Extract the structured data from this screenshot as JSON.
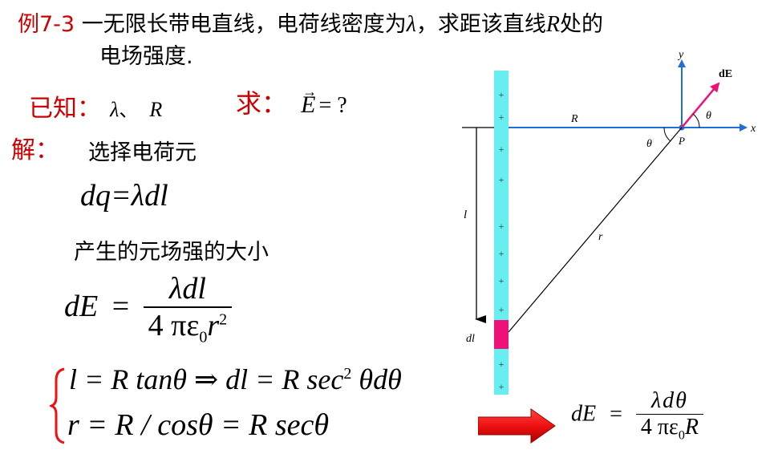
{
  "problem": {
    "label": "例7-3",
    "line1a": "一无限长带电直线，电荷线密度为",
    "lambda": "λ",
    "line1b": "，求距该直线",
    "R": "R",
    "line1c": "处的",
    "line2": "电场强度."
  },
  "known": {
    "label": "已知：",
    "value_lambda": "λ",
    "sep": "、",
    "value_R": "R"
  },
  "ask": {
    "label": "求：",
    "E": "E",
    "arrow": "→",
    "rest": "= ?"
  },
  "solution": {
    "label": "解：",
    "step1": "选择电荷元",
    "dq_eq": "dq=λdl",
    "step2": "产生的元场强的大小",
    "dE_lhs": "dE",
    "eq": "=",
    "dE_num": "λdl",
    "dE_den_a": "4 πε",
    "dE_den_sub": "0",
    "dE_den_b": "r",
    "dE_den_sup": "2",
    "sys_line1": "l = R tanθ ⇒ dl = R sec",
    "sys_line1_sup": "2",
    "sys_line1_end": " θdθ",
    "sys_line2": "r = R / cosθ = R secθ",
    "result_lhs": "dE",
    "result_num": "λdθ",
    "result_den_a": "4 πε",
    "result_den_sub": "0",
    "result_den_b": "R"
  },
  "diagram": {
    "label_y": "y",
    "label_x": "x",
    "label_dE": "dE",
    "label_theta_top": "θ",
    "label_theta_left": "θ",
    "label_P": "P",
    "label_R": "R",
    "label_l": "l",
    "label_r": "r",
    "label_dl": "dl",
    "plus": "+",
    "colors": {
      "rod": "#66eef0",
      "charge_element": "#ee1177",
      "axis": "#1f6fd6",
      "field": "#ee1177",
      "arrow": "#ee1111",
      "title": "#cc0000"
    }
  }
}
